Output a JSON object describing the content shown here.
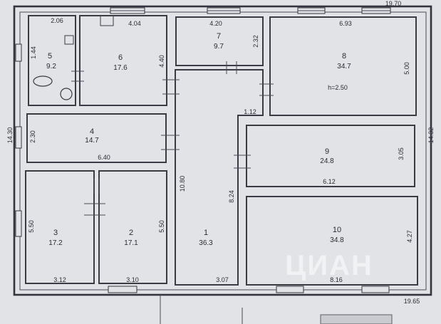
{
  "rooms": [
    {
      "id": "1",
      "number": "1",
      "area": "36.3"
    },
    {
      "id": "2",
      "number": "2",
      "area": "17.1"
    },
    {
      "id": "3",
      "number": "3",
      "area": "17.2"
    },
    {
      "id": "4",
      "number": "4",
      "area": "14.7"
    },
    {
      "id": "5",
      "number": "5",
      "area": "9.2"
    },
    {
      "id": "6",
      "number": "6",
      "area": "17.6"
    },
    {
      "id": "7",
      "number": "7",
      "area": "9.7"
    },
    {
      "id": "8",
      "number": "8",
      "area": "34.7"
    },
    {
      "id": "9",
      "number": "9",
      "area": "24.8"
    },
    {
      "id": "10",
      "number": "10",
      "area": "34.8"
    }
  ],
  "dimensions": {
    "overall_top": "19.70",
    "overall_bottom": "19.65",
    "overall_left": "14.30",
    "overall_right": "14.32",
    "r5_width": "2.06",
    "r5_height": "1.44",
    "r6_width": "4.04",
    "r6_height": "4.40",
    "r7_width": "4.20",
    "r7_height": "2.32",
    "r8_width": "6.93",
    "r8_height": "5.00",
    "r8_ceiling": "h=2.50",
    "corridor_small": "1.12",
    "r4_height": "2.30",
    "r4_width": "6.40",
    "r9_height": "3.05",
    "r9_width": "6.12",
    "r1_height": "10.80",
    "r1_width": "3.07",
    "r1_right": "8.24",
    "r3_height": "5.50",
    "r3_width": "3.12",
    "r2_height": "5.50",
    "r2_width": "3.10",
    "r10_width": "8.16",
    "r10_height": "4.27"
  },
  "watermark": "ЦИАН"
}
